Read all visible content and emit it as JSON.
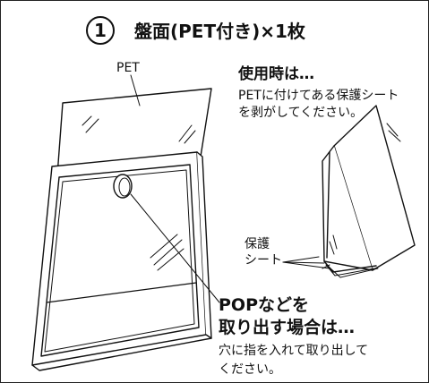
{
  "title": {
    "number": "1",
    "text": "盤面(PET付き)×1枚"
  },
  "pet_label": "PET",
  "usage": {
    "heading": "使用時は…",
    "line1": "PETに付けてある保護シート",
    "line2": "を剥がしてください。"
  },
  "protective_sheet": {
    "line1": "保護",
    "line2": "シート"
  },
  "pop_removal": {
    "heading_line1": "POPなどを",
    "heading_line2": "取り出す場合は…",
    "desc_line1": "穴に指を入れて取り出して",
    "desc_line2": "ください。"
  }
}
